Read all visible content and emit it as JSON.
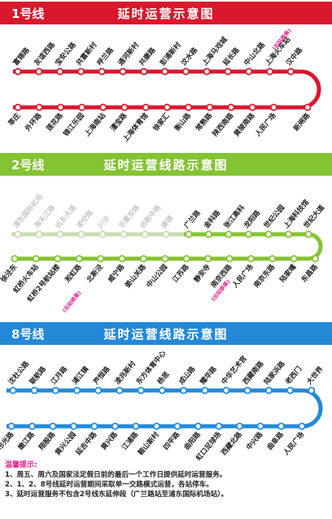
{
  "colors": {
    "line1": "#d9182c",
    "line2": "#84c332",
    "line2_inactive": "#c8ddb4",
    "line8": "#2389d7",
    "tag": "#e0218a"
  },
  "line1": {
    "name": "1号线",
    "title": "延时运营示意图",
    "top_stations": [
      "富锦路",
      "友谊西路",
      "宝安公路",
      "共富新村",
      "呼兰路",
      "通河新村",
      "共康路",
      "彭浦新村",
      "汶水路",
      "上海马戏城",
      "延长路",
      "中山北路",
      "上海火车站",
      "汉中路"
    ],
    "top_tag": "(出站换乘)",
    "bottom_stations": [
      "莘庄",
      "外环路",
      "莲花路",
      "锦江乐园",
      "上海南站",
      "漕宝路",
      "上海体育馆",
      "徐家汇",
      "衡山路",
      "常熟路",
      "陕西南路",
      "黄陂南路",
      "人民广场",
      "新闸路"
    ]
  },
  "line2": {
    "name": "2号线",
    "title": "延时运营线路示意图",
    "top_inactive": [
      "浦东国际机场",
      "海天三路",
      "远东大道",
      "凌空路",
      "川沙",
      "华夏东路",
      "创新中路",
      "唐镇"
    ],
    "top_active": [
      "广兰路",
      "金科路",
      "张江高科",
      "龙阳路",
      "世纪公园",
      "上海科技馆",
      "世纪大道"
    ],
    "bottom_stations": [
      "徐泾东",
      "虹桥火车站",
      "虹桥2号航站楼",
      "淞虹路",
      "北新泾",
      "威宁路",
      "娄山关路",
      "中山公园",
      "江苏路",
      "静安寺",
      "南京西路",
      "人民广场",
      "南京东路",
      "陆家嘴",
      "东昌路"
    ],
    "tag1": "(出站换乘)",
    "tag2": "(出站换乘)"
  },
  "line8": {
    "name": "8号线",
    "title": "延时运营线路示意图",
    "top_stations": [
      "沈杜公路",
      "联航路",
      "江月路",
      "浦江镇",
      "芦恒路",
      "凌兆新村",
      "东方体育中心",
      "杨思",
      "成山路",
      "耀华路",
      "中华艺术宫",
      "西藏南路",
      "陆家浜路",
      "老西门",
      "大世界"
    ],
    "bottom_stations": [
      "市光路",
      "嫩江路",
      "翔殷路",
      "黄兴公园",
      "延吉中路",
      "黄兴路",
      "江浦路",
      "鞍山新村",
      "四平路",
      "曲阳路",
      "虹口足球场",
      "西藏北路",
      "中兴路",
      "曲阜路",
      "人民广场"
    ]
  },
  "notes": {
    "heading": "温馨提示:",
    "items": [
      "1、周五、周六及国家法定假日前的最后一个工作日提供延时运营服务。",
      "2、1、2、8号线延时运营期间采取单一交路模式运营，各站停车。",
      "3、延时运营服务不包含2号线东延伸段（广兰路站至浦东国际机场站）。"
    ]
  }
}
